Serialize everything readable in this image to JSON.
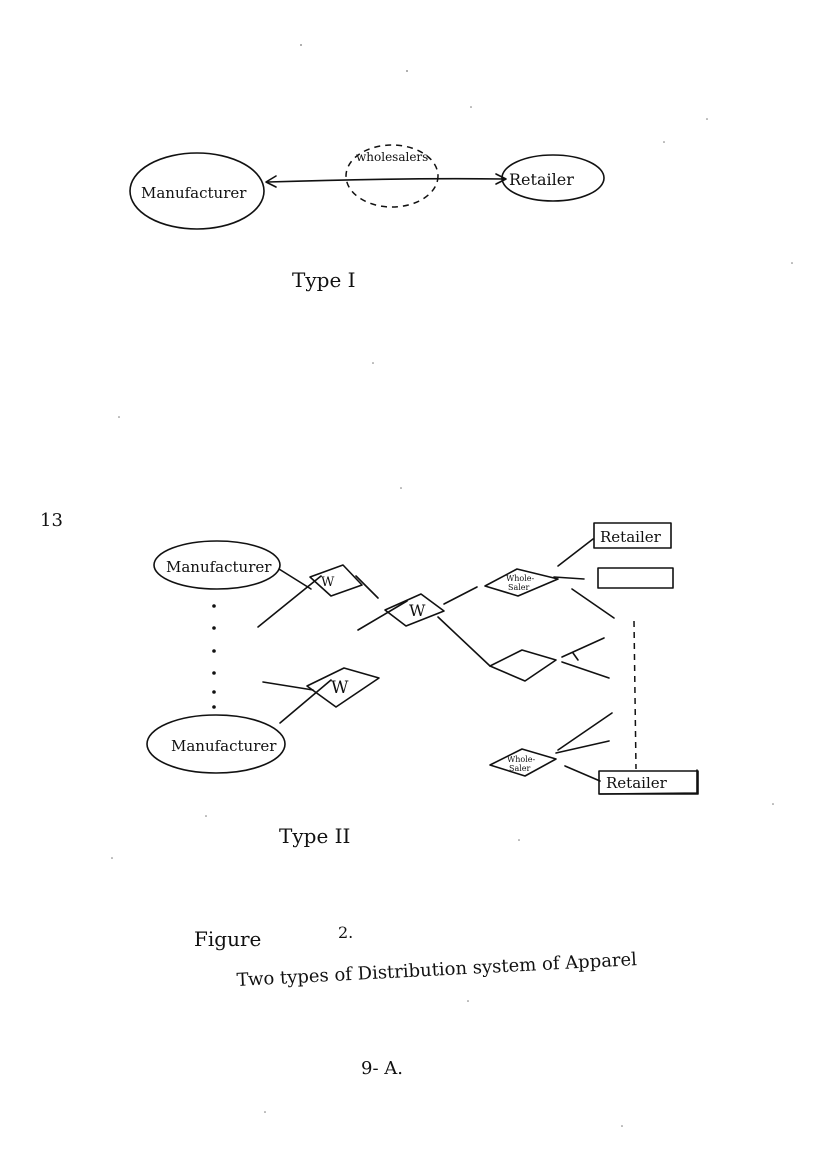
{
  "page_number_margin": "13",
  "type1": {
    "manufacturer": "Manufacturer",
    "wholesalers": "wholesalers",
    "retailer": "Retailer",
    "caption": "Type   I"
  },
  "type2": {
    "manufacturer_top": "Manufacturer",
    "manufacturer_bottom": "Manufacturer",
    "w1": "W",
    "w2": "W",
    "w3": "W",
    "wholesaler_top_line1": "Whole-",
    "wholesaler_top_line2": "Saler",
    "wholesaler_bottom_line1": "Whole-",
    "wholesaler_bottom_line2": "Saler",
    "retailer_top": "Retailer",
    "retailer_bottom": "Retailer",
    "caption": "Type   II"
  },
  "figure": {
    "label": "Figure",
    "number": "2.",
    "title": "Two types  of Distribution  system  of Apparel"
  },
  "page_footer": "9- A."
}
